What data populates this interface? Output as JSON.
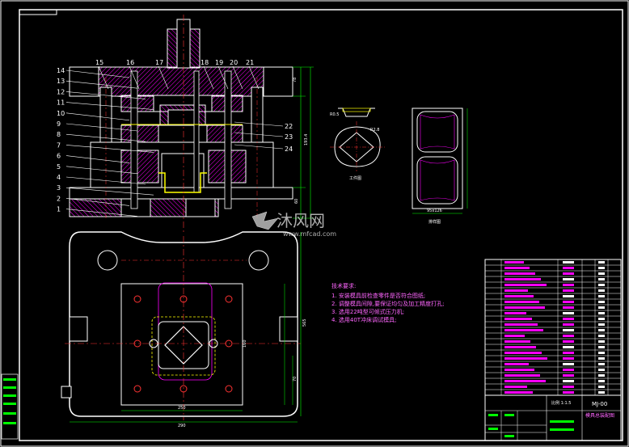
{
  "part_numbers_top": [
    "15",
    "16",
    "17",
    "18",
    "19",
    "20",
    "21"
  ],
  "part_numbers_left": [
    "14",
    "13",
    "12",
    "11",
    "10",
    "9",
    "8",
    "7",
    "6",
    "5",
    "4",
    "3",
    "2",
    "1"
  ],
  "part_numbers_right": [
    "22",
    "23",
    "24"
  ],
  "dimensions": {
    "height_upper": "78",
    "height_total": "193.4",
    "height_lower": "60",
    "plan_height": "565",
    "plan_inner": "160",
    "plan_lower": "70",
    "plan_width_inner": "250",
    "plan_width_outer": "290",
    "small_dim_a": "R0.5",
    "small_dim_b": "R2.8"
  },
  "views": {
    "part_view_label": "工件图",
    "layout_view_label": "排样图",
    "layout_dim": "95x126"
  },
  "technical_requirements": {
    "title": "技术要求:",
    "items": [
      "1. 安装模具前检查零件是否符合图纸;",
      "2. 调整模具间隙,要保证均匀及加工精度打孔;",
      "3. 选用22吨型可倾式压力机;",
      "4. 选用40T冲床调试模具;"
    ]
  },
  "title_block": {
    "drawing_title": "模具总装配图",
    "drawing_number": "MJ-00",
    "scale": "比例 1:1.5"
  },
  "watermark": {
    "brand": "沐风网",
    "url": "www.mfcad.com"
  },
  "colors": {
    "outline": "#ffffff",
    "hatch": "#ff00ff",
    "center": "#ff3333",
    "dim": "#00ff00",
    "part": "#ffff00",
    "accent": "#00ffff"
  }
}
